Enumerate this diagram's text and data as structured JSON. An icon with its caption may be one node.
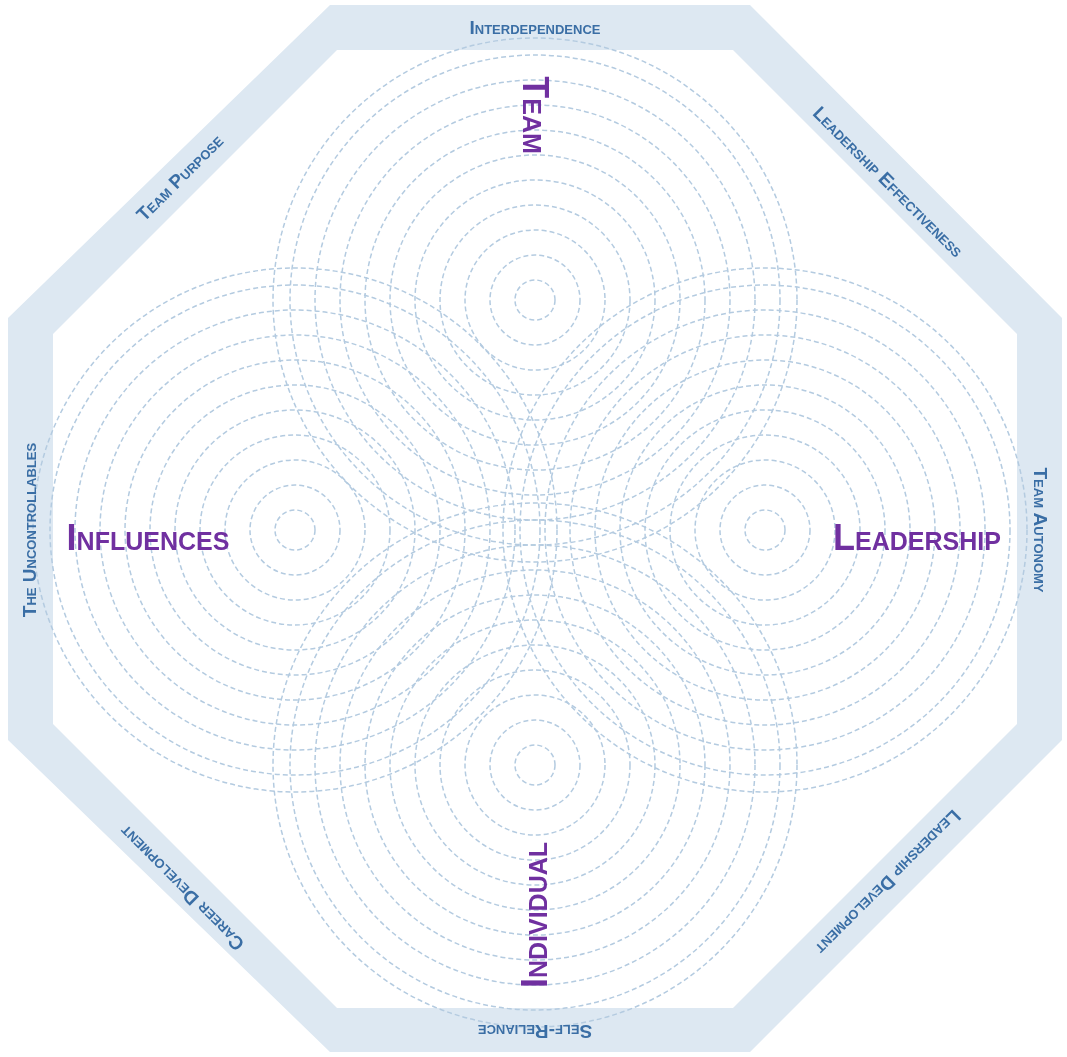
{
  "diagram": {
    "nodes": [
      {
        "text": [
          "Team"
        ]
      },
      {
        "text": [
          "Influences"
        ]
      },
      {
        "text": [
          "Leadership"
        ]
      },
      {
        "text": [
          "Individual"
        ]
      }
    ],
    "labels": [
      "Interdependence",
      "Team Purpose",
      "Leadership Effectiveness",
      "The Uncontrollables",
      "Team Autonomy",
      "Career Development",
      "Leadership Development",
      "Self-Reliance"
    ]
  }
}
